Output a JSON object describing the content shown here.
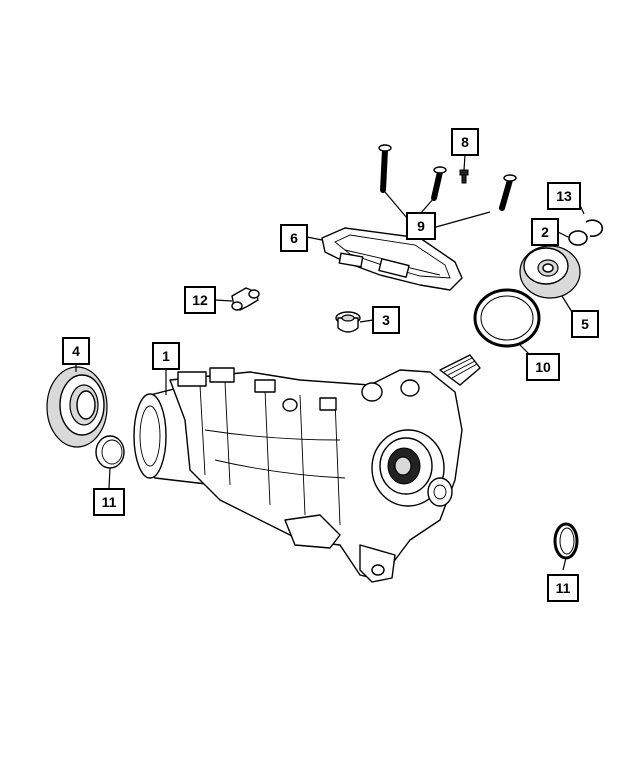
{
  "callouts": [
    {
      "id": "c1",
      "label": "1"
    },
    {
      "id": "c2",
      "label": "2"
    },
    {
      "id": "c3",
      "label": "3"
    },
    {
      "id": "c4",
      "label": "4"
    },
    {
      "id": "c5",
      "label": "5"
    },
    {
      "id": "c6",
      "label": "6"
    },
    {
      "id": "c8",
      "label": "8"
    },
    {
      "id": "c9",
      "label": "9"
    },
    {
      "id": "c10",
      "label": "10"
    },
    {
      "id": "c11a",
      "label": "11"
    },
    {
      "id": "c11b",
      "label": "11"
    },
    {
      "id": "c12",
      "label": "12"
    },
    {
      "id": "c13",
      "label": "13"
    }
  ]
}
